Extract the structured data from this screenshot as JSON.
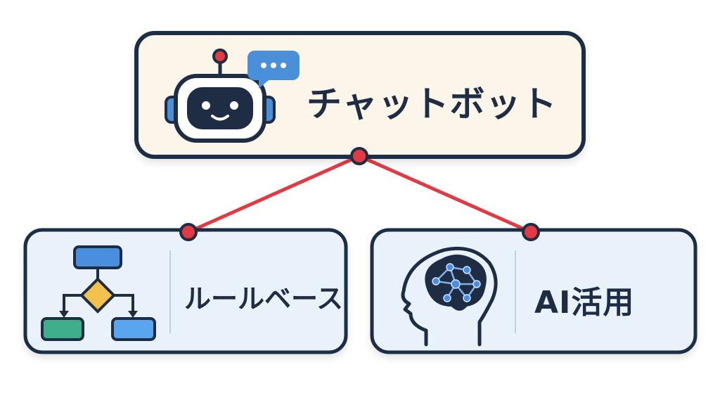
{
  "root": {
    "label": "チャットボット",
    "icon": "chatbot-robot-icon"
  },
  "children": [
    {
      "label": "ルールベース",
      "icon": "flowchart-icon"
    },
    {
      "label": "AI活用",
      "icon": "ai-brain-head-icon"
    }
  ],
  "colors": {
    "root_fill": "#fbf5ea",
    "child_fill": "#e9f1fb",
    "border": "#1f2d44",
    "connector": "#e23a45",
    "robot_accent": "#4a90d9",
    "flow_blue": "#4a8ee0",
    "flow_diamond": "#f2c14e",
    "flow_green": "#3fae8a",
    "brain_blue": "#3b73c4"
  }
}
